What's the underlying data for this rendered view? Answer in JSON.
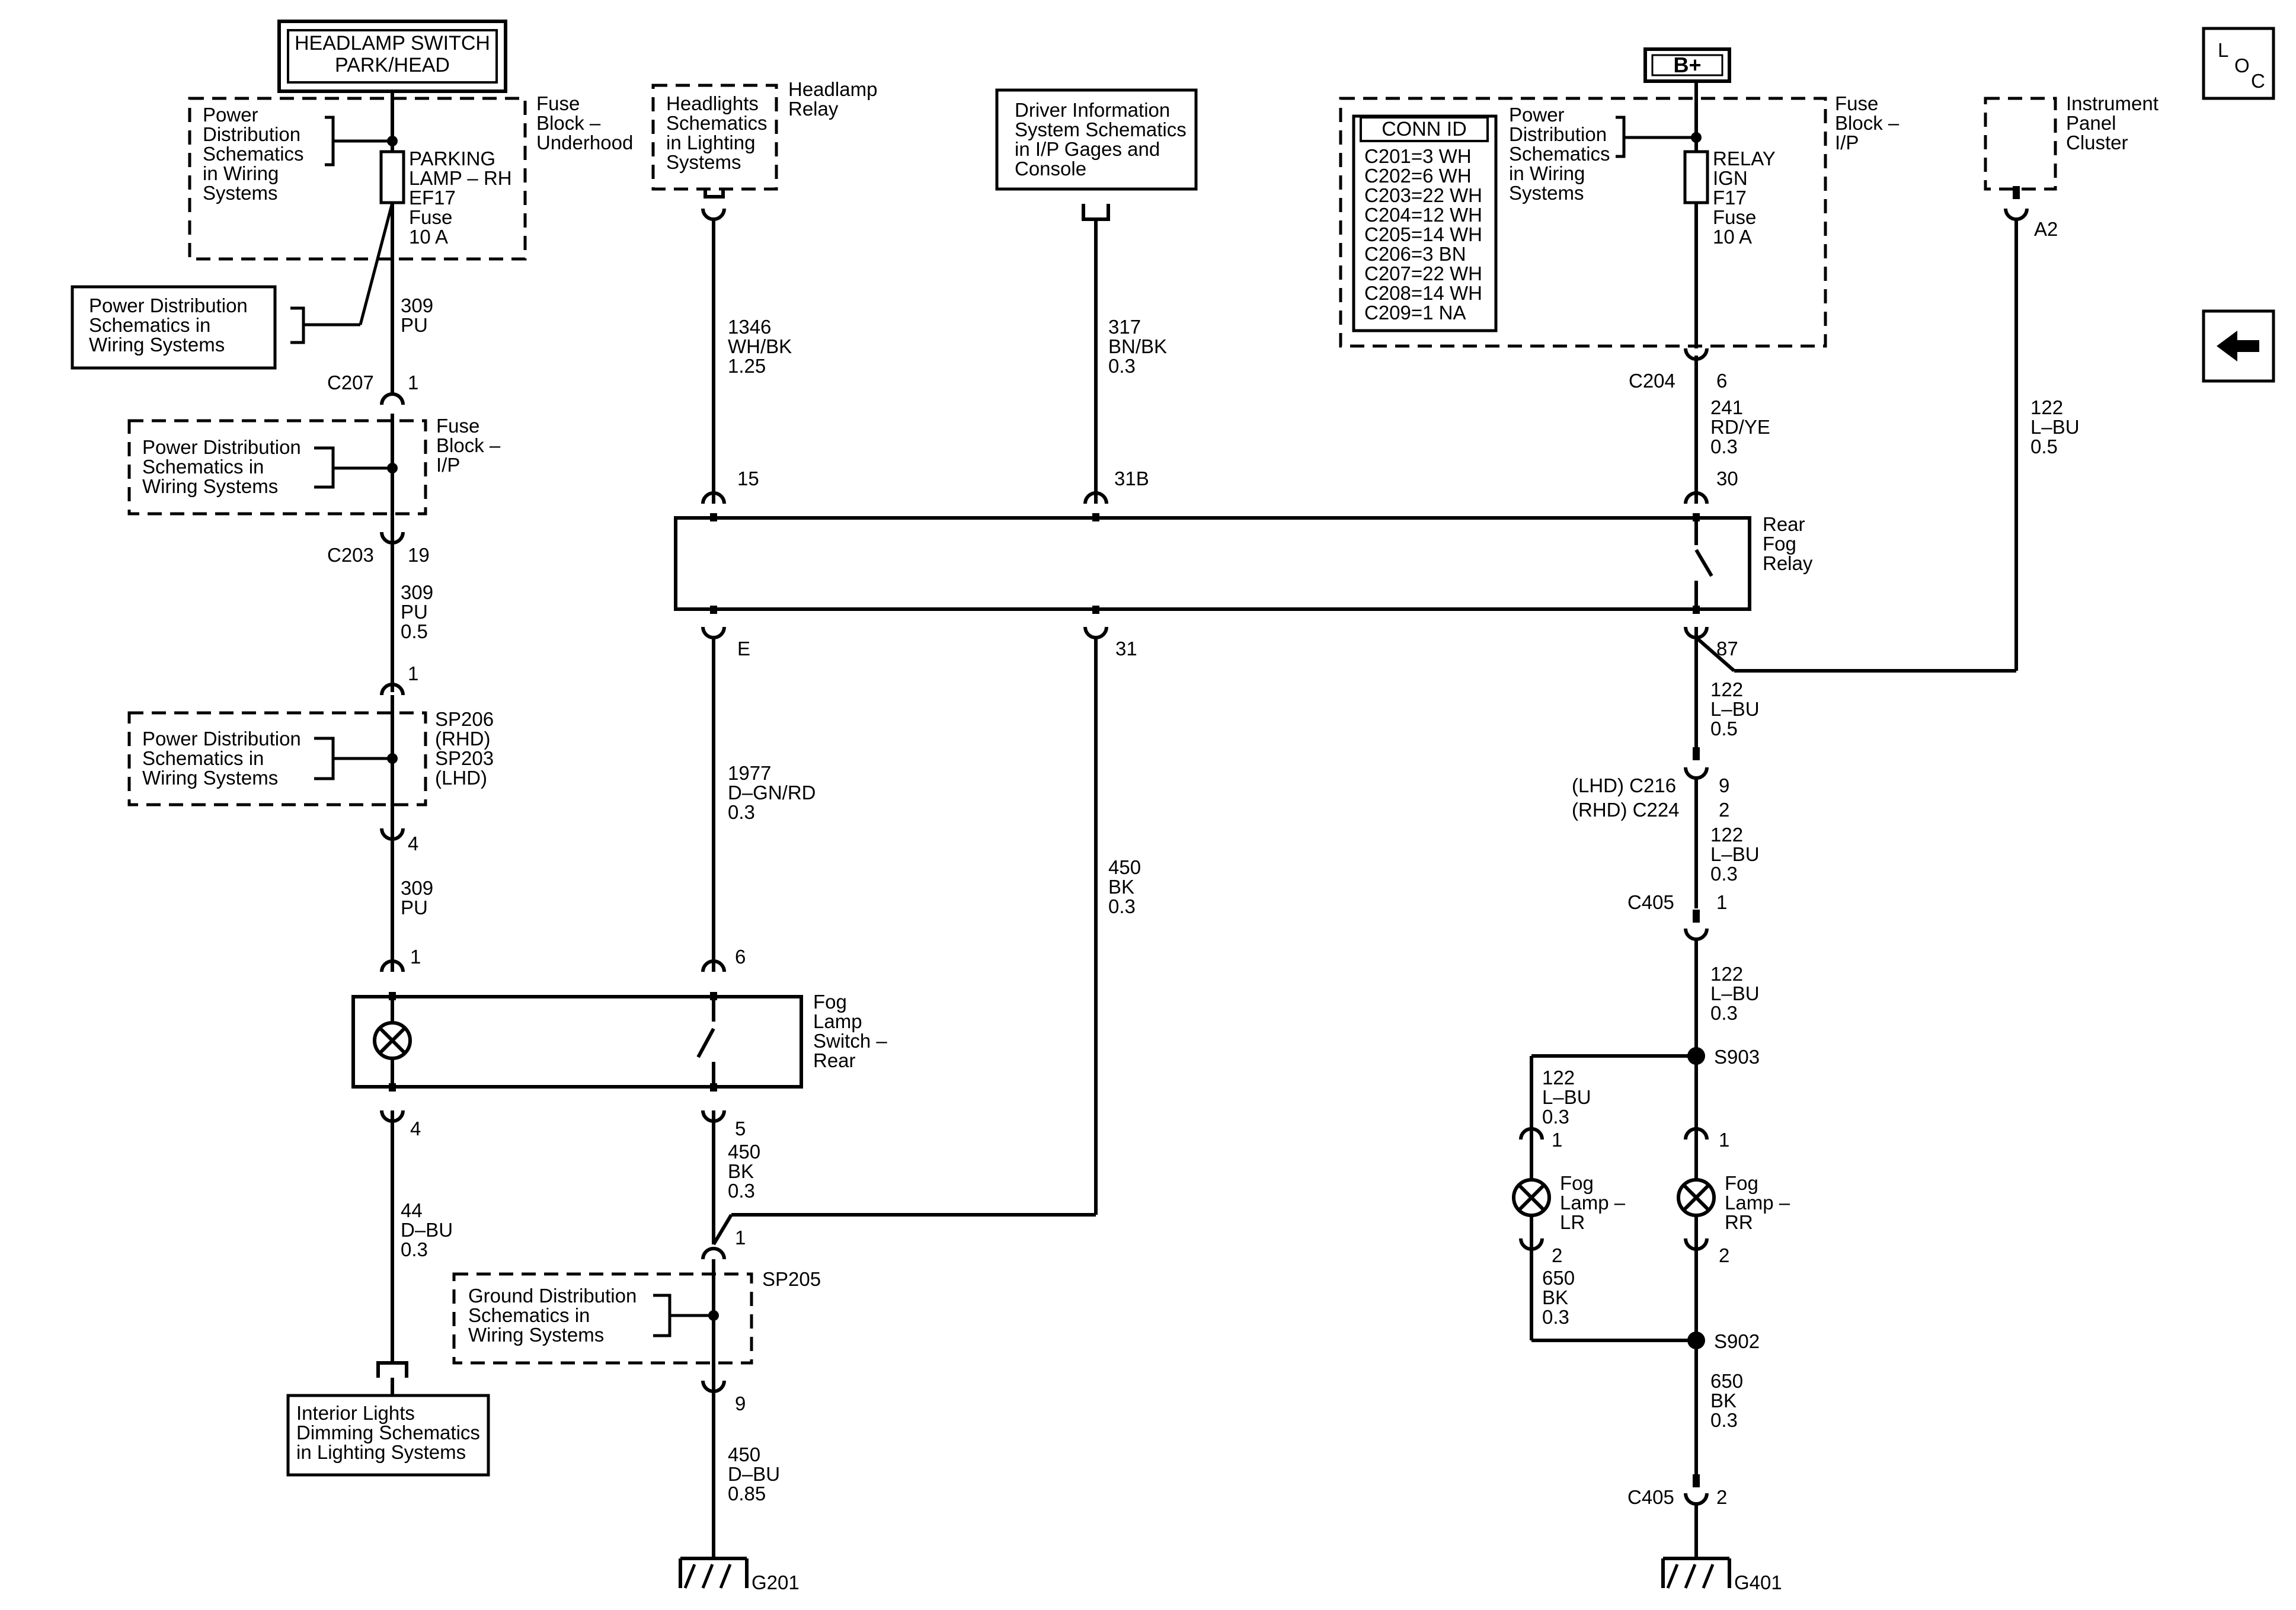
{
  "headlamp_switch": {
    "line1": "HEADLAMP SWITCH",
    "line2": "PARK/HEAD"
  },
  "battery": "B+",
  "loc": {
    "l": "L",
    "o": "O",
    "c": "C"
  },
  "fuse_block_uh": {
    "line1": "Fuse",
    "line2": "Block –",
    "line3": "Underhood"
  },
  "pd_uh": [
    "Power",
    "Distribution",
    "Schematics",
    "in Wiring",
    "Systems"
  ],
  "parking_fuse": [
    "PARKING",
    "LAMP – RH",
    "EF17",
    "Fuse",
    "10 A"
  ],
  "pd_left": [
    "Power Distribution",
    "Schematics in",
    "Wiring Systems"
  ],
  "w309a": {
    "num": "309",
    "color": "PU"
  },
  "c207": {
    "name": "C207",
    "pin": "1"
  },
  "pd_c207": [
    "Power Distribution",
    "Schematics in",
    "Wiring Systems"
  ],
  "fuse_block_ip_left": {
    "line1": "Fuse",
    "line2": "Block –",
    "line3": "I/P"
  },
  "c203": {
    "name": "C203",
    "pin": "19"
  },
  "w309b": {
    "num": "309",
    "color": "PU",
    "size": "0.5"
  },
  "sp206_pin": "1",
  "pd_sp206": [
    "Power Distribution",
    "Schematics in",
    "Wiring Systems"
  ],
  "sp206_label": [
    "SP206",
    "(RHD)",
    "SP203",
    "(LHD)"
  ],
  "sp206_out": "4",
  "w309c": {
    "num": "309",
    "color": "PU"
  },
  "headlights_box": [
    "Headlights",
    "Schematics",
    "in Lighting",
    "Systems"
  ],
  "headlamp_relay": {
    "line1": "Headlamp",
    "line2": "Relay"
  },
  "driver_info_box": [
    "Driver Information",
    "System Schematics",
    "in I/P Gages and",
    "Console"
  ],
  "w1346": {
    "num": "1346",
    "color": "WH/BK",
    "size": "1.25"
  },
  "w317": {
    "num": "317",
    "color": "BN/BK",
    "size": "0.3"
  },
  "conn_id": {
    "title": "CONN ID",
    "rows": [
      "C201=3 WH",
      "C202=6 WH",
      "C203=22 WH",
      "C204=12 WH",
      "C205=14 WH",
      "C206=3 BN",
      "C207=22 WH",
      "C208=14 WH",
      "C209=1 NA"
    ]
  },
  "pd_ip": [
    "Power",
    "Distribution",
    "Schematics",
    "in Wiring",
    "Systems"
  ],
  "relay_fuse": [
    "RELAY",
    "IGN",
    "F17",
    "Fuse",
    "10 A"
  ],
  "fuse_block_ip_right": {
    "line1": "Fuse",
    "line2": "Block –",
    "line3": "I/P"
  },
  "ipc": [
    "Instrument",
    "Panel",
    "Cluster"
  ],
  "ipc_pin": "A2",
  "c204": {
    "name": "C204",
    "pin": "6"
  },
  "w241": {
    "num": "241",
    "color": "RD/YE",
    "size": "0.3"
  },
  "w122_ipc": {
    "num": "122",
    "color": "L–BU",
    "size": "0.5"
  },
  "relay_pins": {
    "p15": "15",
    "p31b": "31B",
    "p30": "30",
    "pe": "E",
    "p31": "31",
    "p87": "87"
  },
  "rear_fog_relay": [
    "Rear",
    "Fog",
    "Relay"
  ],
  "w122a": {
    "num": "122",
    "color": "L–BU",
    "size": "0.5"
  },
  "c216": {
    "name": "(LHD) C216",
    "pin": "9"
  },
  "c224": {
    "name": "(RHD) C224",
    "pin": "2"
  },
  "w122b": {
    "num": "122",
    "color": "L–BU",
    "size": "0.3"
  },
  "c405a": {
    "name": "C405",
    "pin": "1"
  },
  "w122c": {
    "num": "122",
    "color": "L–BU",
    "size": "0.3"
  },
  "s903": "S903",
  "w122d": {
    "num": "122",
    "color": "L–BU",
    "size": "0.3"
  },
  "fog_lr": {
    "pin_top": "1",
    "label": [
      "Fog",
      "Lamp –",
      "LR"
    ],
    "pin_bot": "2"
  },
  "fog_rr": {
    "pin_top": "1",
    "label": [
      "Fog",
      "Lamp –",
      "RR"
    ],
    "pin_bot": "2"
  },
  "w650a": {
    "num": "650",
    "color": "BK",
    "size": "0.3"
  },
  "s902": "S902",
  "w650b": {
    "num": "650",
    "color": "BK",
    "size": "0.3"
  },
  "c405b": {
    "name": "C405",
    "pin": "2"
  },
  "g401": "G401",
  "w1977": {
    "num": "1977",
    "color": "D–GN/RD",
    "size": "0.3"
  },
  "w450a": {
    "num": "450",
    "color": "BK",
    "size": "0.3"
  },
  "fog_switch": {
    "pin1": "1",
    "pin6": "6",
    "pin4": "4",
    "pin5": "5",
    "label": [
      "Fog",
      "Lamp",
      "Switch –",
      "Rear"
    ]
  },
  "w44": {
    "num": "44",
    "color": "D–BU",
    "size": "0.3"
  },
  "w450b": {
    "num": "450",
    "color": "BK",
    "size": "0.3"
  },
  "sp205": {
    "pin": "1",
    "name": "SP205",
    "out": "9"
  },
  "gd_box": [
    "Ground Distribution",
    "Schematics in",
    "Wiring Systems"
  ],
  "w450c": {
    "num": "450",
    "color": "D–BU",
    "size": "0.85"
  },
  "g201": "G201",
  "interior_box": [
    "Interior Lights",
    "Dimming Schematics",
    "in Lighting Systems"
  ]
}
